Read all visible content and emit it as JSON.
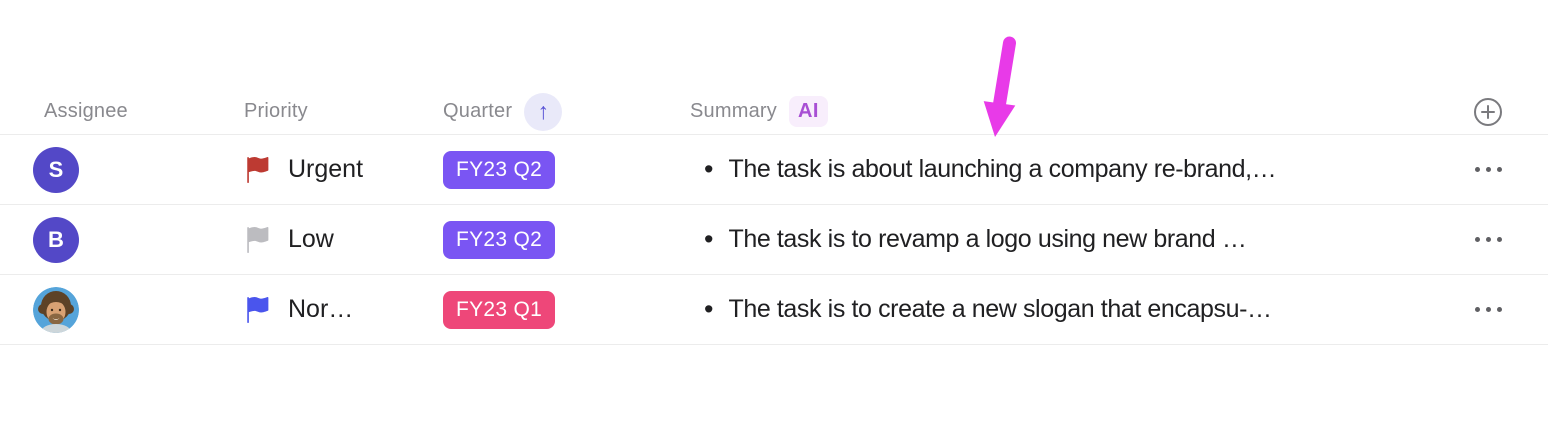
{
  "table": {
    "columns": [
      {
        "label": "Assignee"
      },
      {
        "label": "Priority"
      },
      {
        "label": "Quarter"
      },
      {
        "label": "Summary"
      }
    ],
    "quarter_sort": {
      "direction": "ascending",
      "glyph": "↑"
    },
    "summary_badge": "AI",
    "bullet": "•",
    "rows": [
      {
        "assignee_initial": "S",
        "assignee_color": "#5348c7",
        "priority_label": "Urgent",
        "priority_flag_color": "#bd3a32",
        "quarter_label": "FY23 Q2",
        "quarter_bg": "#7a55f3",
        "summary": "The task is about launching a company re-brand,…"
      },
      {
        "assignee_initial": "B",
        "assignee_color": "#5348c7",
        "priority_label": "Low",
        "priority_flag_color": "#bcbcc0",
        "quarter_label": "FY23 Q2",
        "quarter_bg": "#7a55f3",
        "summary": "The task is to revamp a logo using new brand …"
      },
      {
        "assignee_photo": "man-curly-hair-portrait",
        "priority_label": "Nor…",
        "priority_flag_color": "#4a55ed",
        "quarter_label": "FY23 Q1",
        "quarter_bg": "#ee4779",
        "summary": "The task is to create a new slogan that encapsu-…"
      }
    ]
  },
  "icons": {
    "add_column": "plus-circle",
    "row_menu": "ellipsis",
    "quarter_sort": "arrow-up",
    "priority": "flag"
  },
  "annotation": {
    "type": "arrow-down",
    "color": "#e83ae8"
  },
  "colors": {
    "header_text": "#89898e",
    "row_text": "#202022",
    "divider": "#ececec",
    "ai_badge_bg": "#f8eefc",
    "ai_badge_text": "#a84fd4",
    "sort_chip_bg": "#e9e9f9",
    "sort_chip_arrow": "#5a55d6"
  }
}
